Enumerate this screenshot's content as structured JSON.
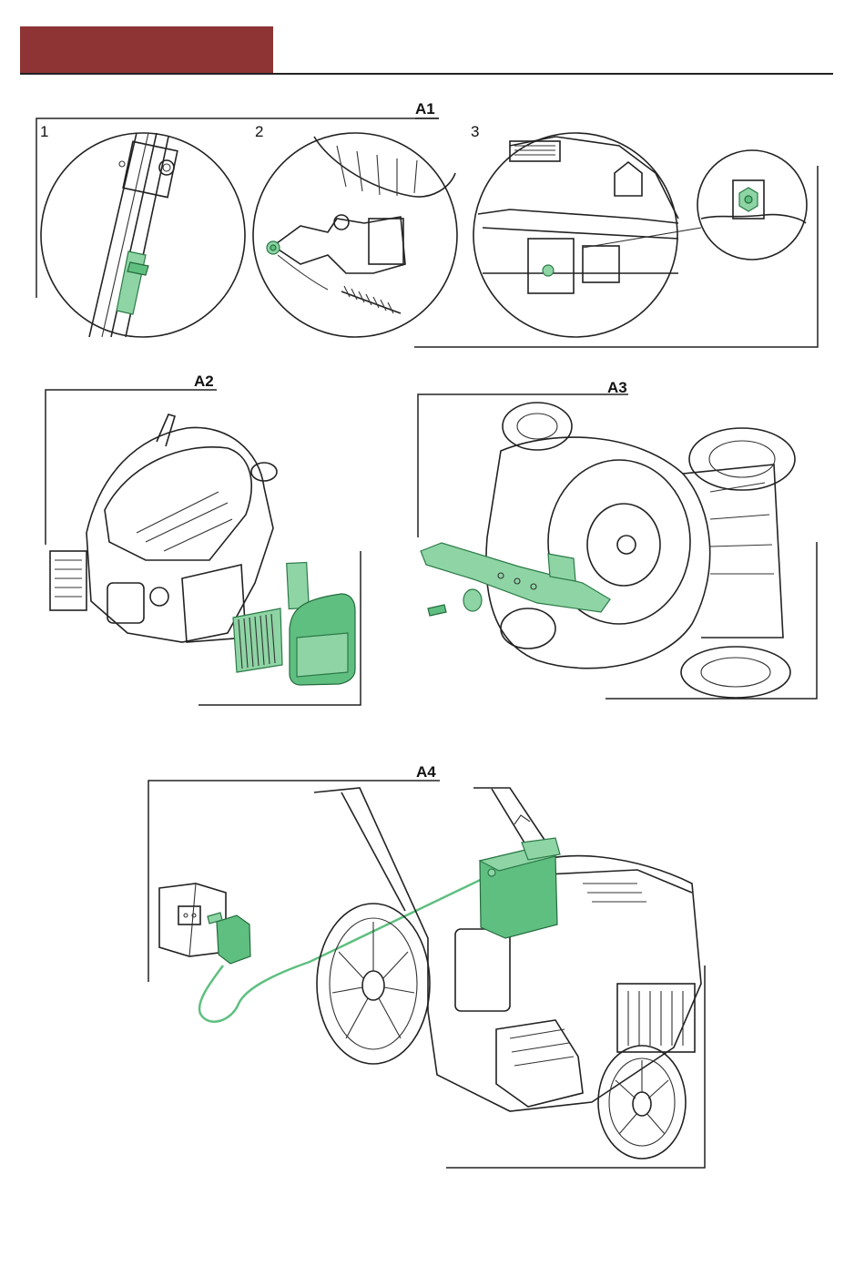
{
  "header": {
    "bar_color": "#8e3434"
  },
  "figures": {
    "a1": {
      "label": "A1",
      "steps": [
        "1",
        "2",
        "3"
      ]
    },
    "a2": {
      "label": "A2"
    },
    "a3": {
      "label": "A3"
    },
    "a4": {
      "label": "A4"
    }
  },
  "colors": {
    "highlight": "#8ed4a4",
    "highlight_dark": "#5fbf80",
    "line": "#222222"
  }
}
